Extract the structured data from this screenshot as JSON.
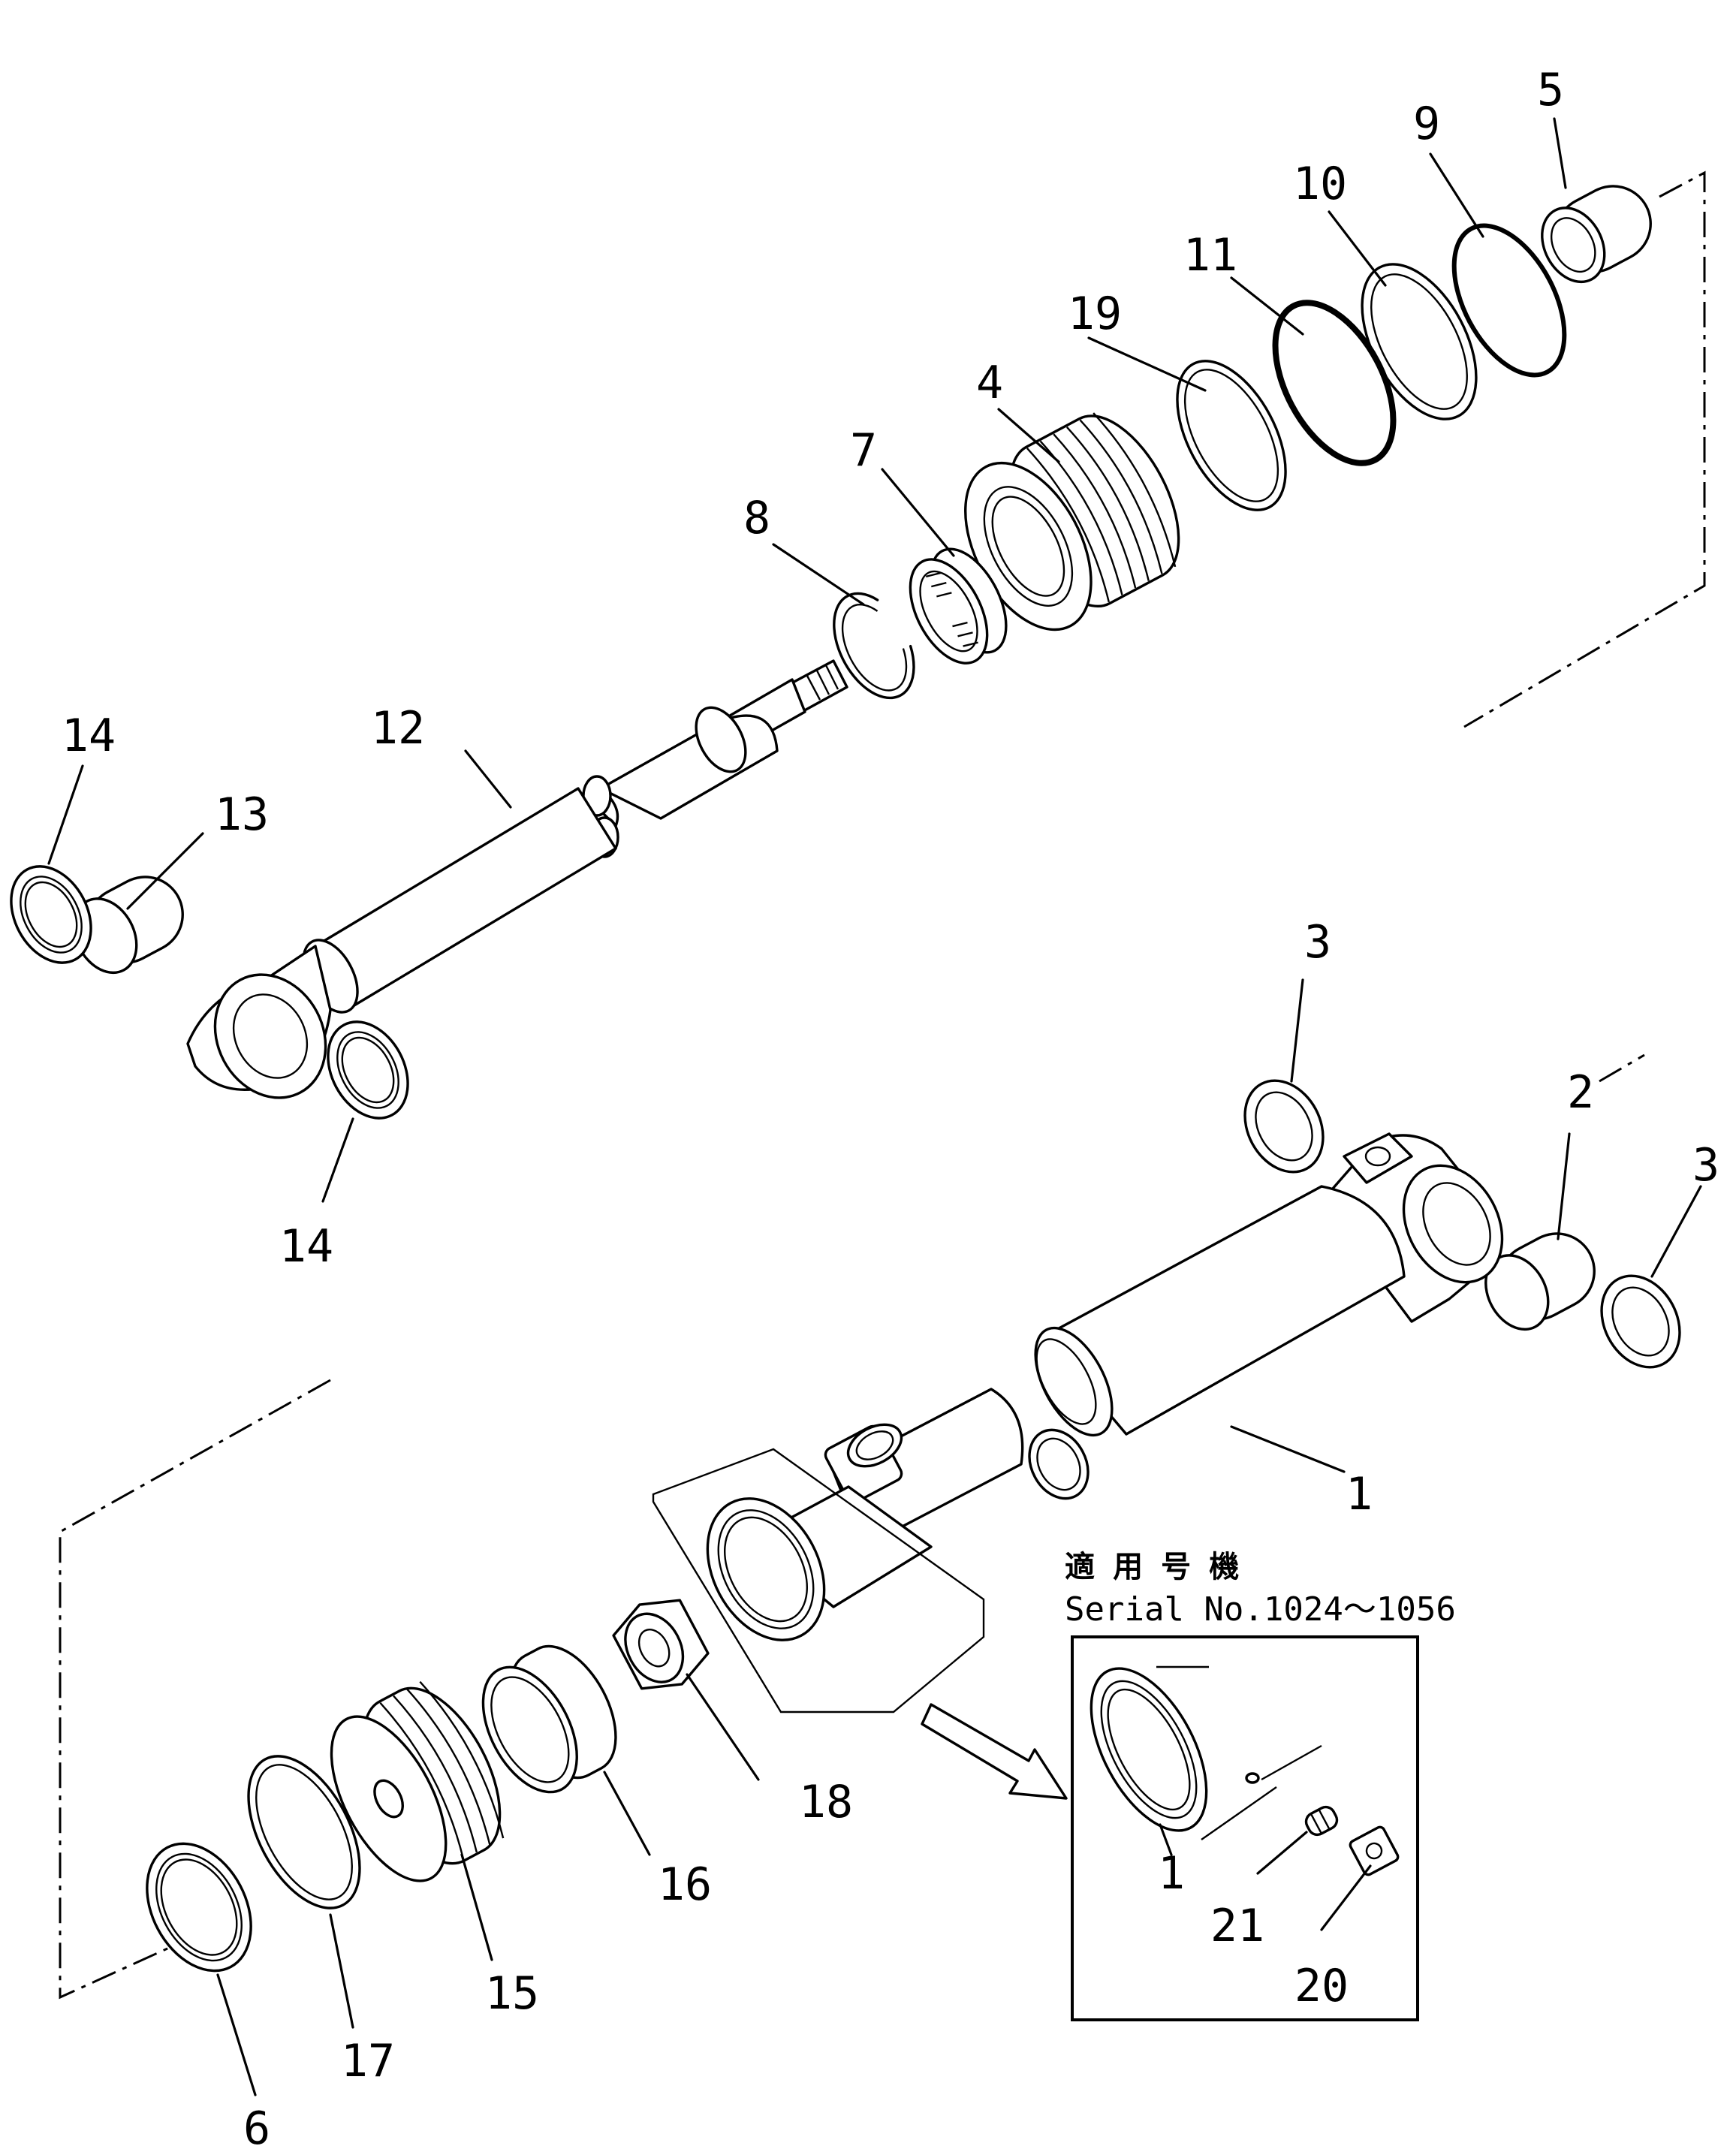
{
  "callouts": {
    "c1": "1",
    "c2": "2",
    "c3": "3",
    "c4": "4",
    "c5": "5",
    "c6": "6",
    "c7": "7",
    "c8": "8",
    "c9": "9",
    "c10": "10",
    "c11": "11",
    "c12": "12",
    "c13": "13",
    "c14": "14",
    "c15": "15",
    "c16": "16",
    "c17": "17",
    "c18": "18",
    "c19": "19",
    "c20": "20",
    "c21": "21"
  },
  "inset": {
    "title": "適 用 号 機",
    "serial": "Serial No.1024～1056",
    "callout_1": "1",
    "callout_20": "20",
    "callout_21": "21"
  }
}
